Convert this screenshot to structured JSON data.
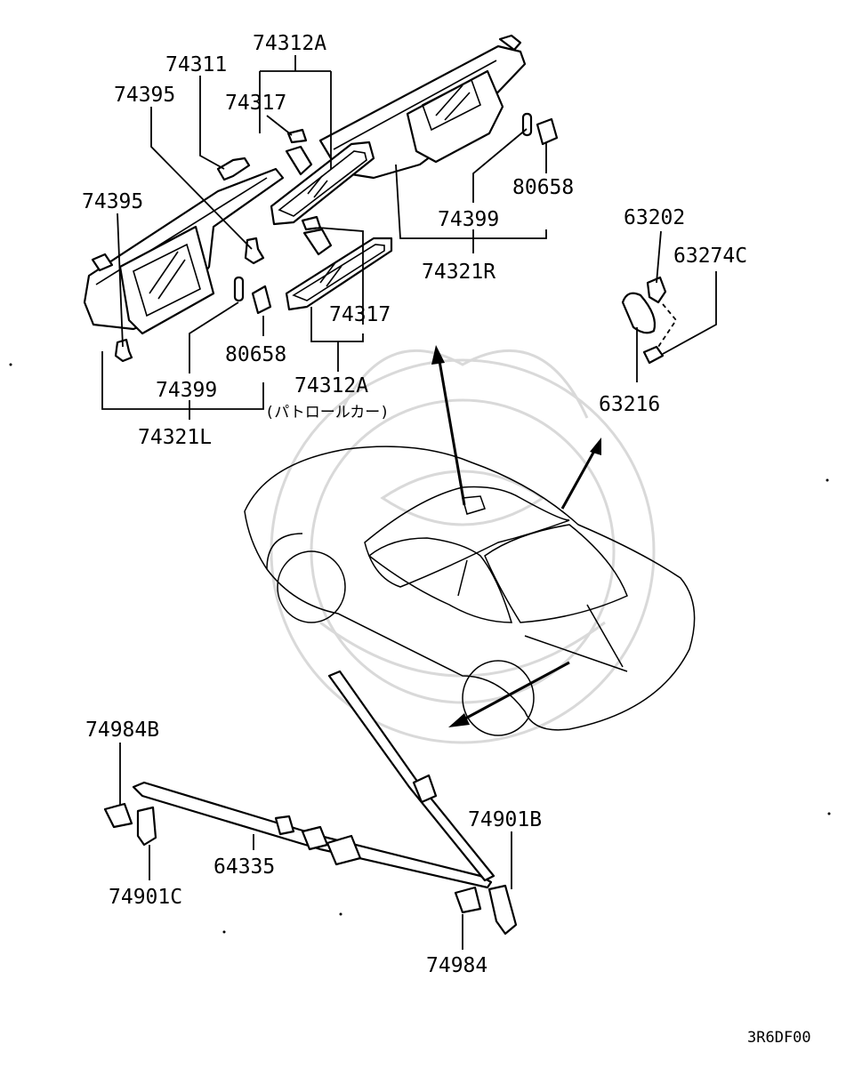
{
  "diagram": {
    "labels": {
      "p74312A_top": "74312A",
      "p74311": "74311",
      "p74395_top": "74395",
      "p74317_top": "74317",
      "p74395_left": "74395",
      "p80658_right": "80658",
      "p74399_right": "74399",
      "p74321R": "74321R",
      "p63202": "63202",
      "p63274C": "63274C",
      "p63216": "63216",
      "p74317_mid": "74317",
      "p80658_left": "80658",
      "p74312A_bottom": "74312A",
      "patrol_car_note": "(パトロールカー)",
      "p74399_left": "74399",
      "p74321L": "74321L",
      "p74984B": "74984B",
      "p74901B": "74901B",
      "p64335": "64335",
      "p74901C": "74901C",
      "p74984": "74984",
      "diagram_code": "3R6DF00"
    }
  }
}
